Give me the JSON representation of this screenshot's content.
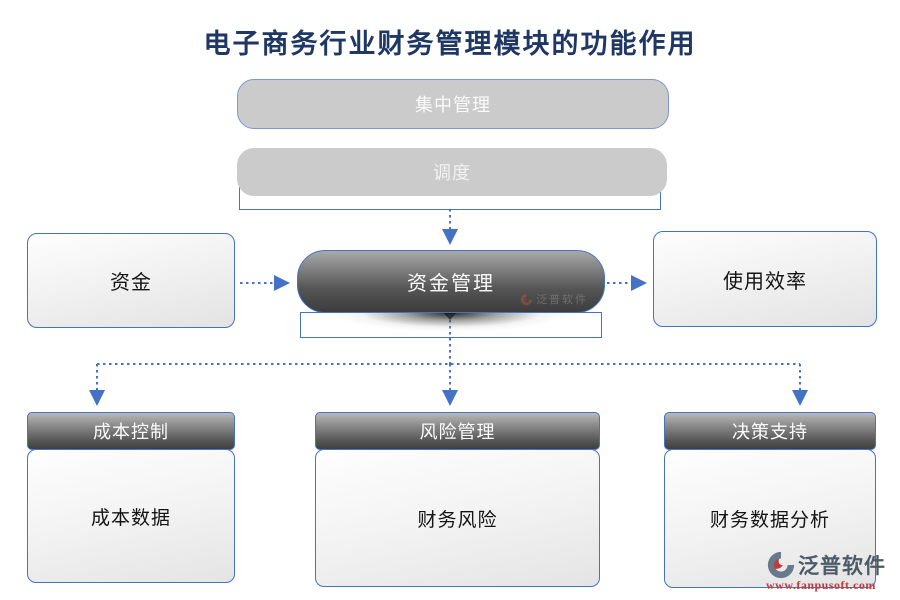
{
  "title": "电子商务行业财务管理模块的功能作用",
  "colors": {
    "title_navy": "#1e3765",
    "connector_blue": "#4472C4",
    "pill_gray": "#cbcbcb",
    "dark_gradient_top": "#aaaaaa",
    "dark_gradient_bottom": "#3c3c3c",
    "logo_slate": "#4d5a68",
    "logo_red": "#c23b3b"
  },
  "diagram": {
    "top_pills": [
      {
        "label": "集中管理"
      },
      {
        "label": "调度"
      }
    ],
    "left_box": {
      "label": "资金"
    },
    "center_pill": {
      "label": "资金管理"
    },
    "right_box": {
      "label": "使用效率"
    },
    "bottom_groups": [
      {
        "header": "成本控制",
        "body": "成本数据"
      },
      {
        "header": "风险管理",
        "body": "财务风险"
      },
      {
        "header": "决策支持",
        "body": "财务数据分析"
      }
    ]
  },
  "watermark": {
    "logo_text": "泛普软件",
    "url": "www.fanpusoft.com",
    "pill_text": "泛普软件"
  }
}
